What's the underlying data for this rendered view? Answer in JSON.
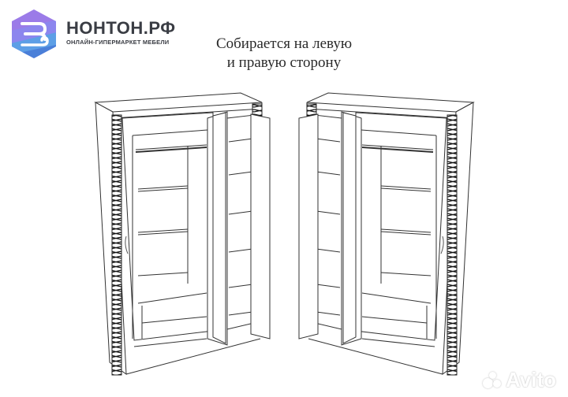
{
  "brand": {
    "name": "НОНТОН.РФ",
    "tagline": "ОНЛАЙН-ГИПЕРМАРКЕТ МЕБЕЛИ",
    "logo_icon": "hexagon-logo-icon",
    "colors": {
      "purple": "#9b7be8",
      "violet": "#8c86ee",
      "blue": "#5d9fe6",
      "deep_blue": "#4a7fd8",
      "text": "#3a3d44"
    }
  },
  "caption": {
    "line1": "Собирается на левую",
    "line2": "и правую сторону"
  },
  "illustration": {
    "subject": "three-door wardrobe line drawing",
    "variants": [
      "left-hand assembly",
      "right-hand assembly"
    ]
  },
  "watermark": {
    "text": "Avito",
    "icon": "avito-dots-icon"
  }
}
